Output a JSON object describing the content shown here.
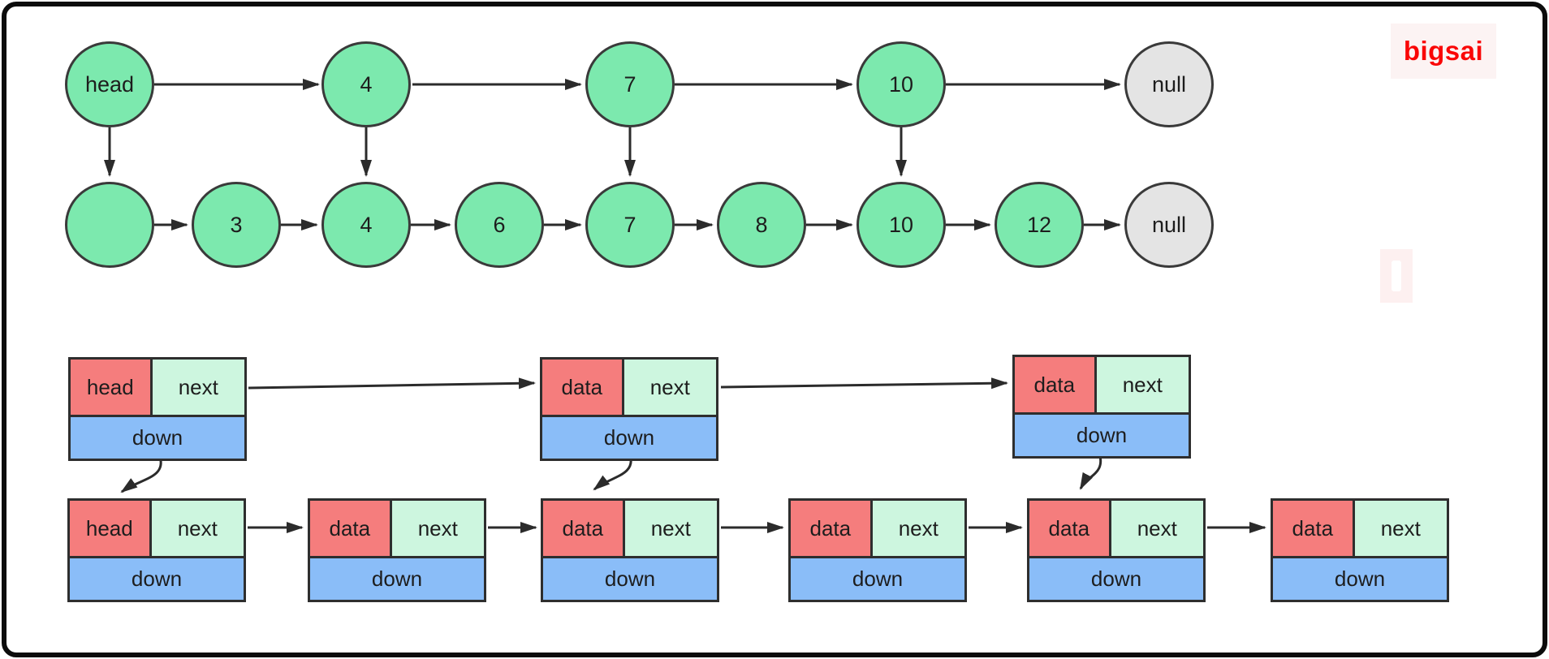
{
  "brand": {
    "label": "bigsai"
  },
  "colors": {
    "green": "#7ce9ae",
    "gray": "#e4e4e4",
    "red": "#f57d7d",
    "mint": "#cdf6df",
    "blue": "#8abdf8",
    "line": "#2e2e2e",
    "brand": "#fa0606"
  },
  "skip_list": {
    "express_lane": [
      {
        "label": "head"
      },
      {
        "label": "4"
      },
      {
        "label": "7"
      },
      {
        "label": "10"
      },
      {
        "label": "null"
      }
    ],
    "normal_lane": [
      {
        "label": ""
      },
      {
        "label": "3"
      },
      {
        "label": "4"
      },
      {
        "label": "6"
      },
      {
        "label": "7"
      },
      {
        "label": "8"
      },
      {
        "label": "10"
      },
      {
        "label": "12"
      },
      {
        "label": "null"
      }
    ]
  },
  "node_structs": {
    "upper_row": [
      {
        "value": "head",
        "pointer": "next",
        "down": "down"
      },
      {
        "value": "data",
        "pointer": "next",
        "down": "down"
      },
      {
        "value": "data",
        "pointer": "next",
        "down": "down"
      }
    ],
    "lower_row": [
      {
        "value": "head",
        "pointer": "next",
        "down": "down"
      },
      {
        "value": "data",
        "pointer": "next",
        "down": "down"
      },
      {
        "value": "data",
        "pointer": "next",
        "down": "down"
      },
      {
        "value": "data",
        "pointer": "next",
        "down": "down"
      },
      {
        "value": "data",
        "pointer": "next",
        "down": "down"
      },
      {
        "value": "data",
        "pointer": "next",
        "down": "down"
      }
    ]
  }
}
